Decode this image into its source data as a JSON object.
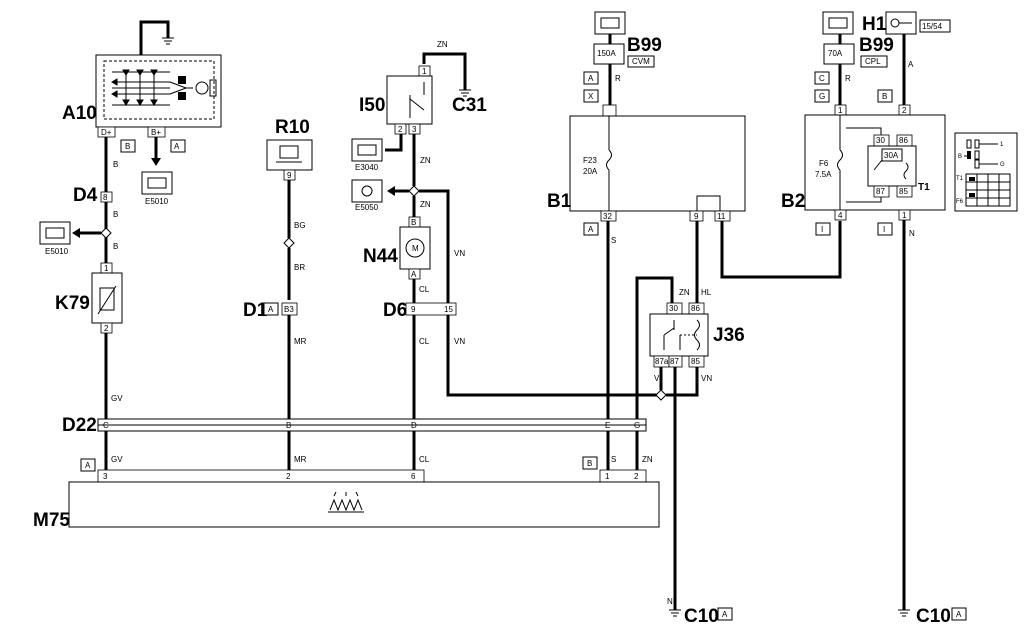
{
  "components": {
    "A10": "A10",
    "R10": "R10",
    "I50": "I50",
    "C31": "C31",
    "B99_left": "B99",
    "B99_right": "B99",
    "H1": "H1",
    "B1": "B1",
    "B2": "B2",
    "D4": "D4",
    "K79": "K79",
    "D1": "D1",
    "N44": "N44",
    "D6": "D6",
    "J36": "J36",
    "D22": "D22",
    "M75": "M75",
    "C10_left": "C10",
    "C10_right": "C10",
    "T1": "T1"
  },
  "tags": {
    "A": "A",
    "B": "B",
    "C": "C",
    "X": "X",
    "G": "G",
    "I": "I"
  },
  "sublabels": {
    "E5010": "E5010",
    "E3040": "E3040",
    "E5050": "E5050",
    "CVM": "CVM",
    "CPL": "CPL",
    "key_label": "15/54",
    "fuse_150A": "150A",
    "fuse_70A": "70A",
    "F23": "F23",
    "F23_rating": "20A",
    "F6": "F6",
    "F6_rating": "7.5A",
    "relay_30A": "30A"
  },
  "pins": {
    "a10_dplus": "D+",
    "a10_bplus": "B+",
    "d4_8": "8",
    "k79_1": "1",
    "k79_2": "2",
    "r10_9": "9",
    "d1_b3": "B3",
    "i50_1": "1",
    "i50_2": "2",
    "i50_3": "3",
    "n44_b": "B",
    "n44_a": "A",
    "d6_9": "9",
    "d6_15": "15",
    "b1_32": "32",
    "b1_9": "9",
    "b1_11": "11",
    "b2_1": "1",
    "b2_2": "2",
    "b2_4": "4",
    "b2_1b": "1",
    "relay_30": "30",
    "relay_86": "86",
    "relay_87": "87",
    "relay_85": "85",
    "j36_30": "30",
    "j36_86": "86",
    "j36_87a": "87a",
    "j36_87": "87",
    "j36_85": "85",
    "d22_c": "C",
    "d22_b": "B",
    "d22_d": "D",
    "d22_e": "E",
    "d22_g": "G",
    "m75_3": "3",
    "m75_2": "2",
    "m75_6": "6",
    "m75_1": "1",
    "m75_2b": "2",
    "legend_1": "1",
    "legend_b": "B",
    "legend_g": "G",
    "legend_t1": "T1",
    "legend_f6": "F6"
  },
  "wire_colors": {
    "B": "B",
    "GV": "GV",
    "BG": "BG",
    "BR": "BR",
    "MR": "MR",
    "ZN": "ZN",
    "CL": "CL",
    "VN": "VN",
    "S": "S",
    "HL": "HL",
    "V": "V",
    "R": "R",
    "A": "A",
    "N": "N"
  }
}
